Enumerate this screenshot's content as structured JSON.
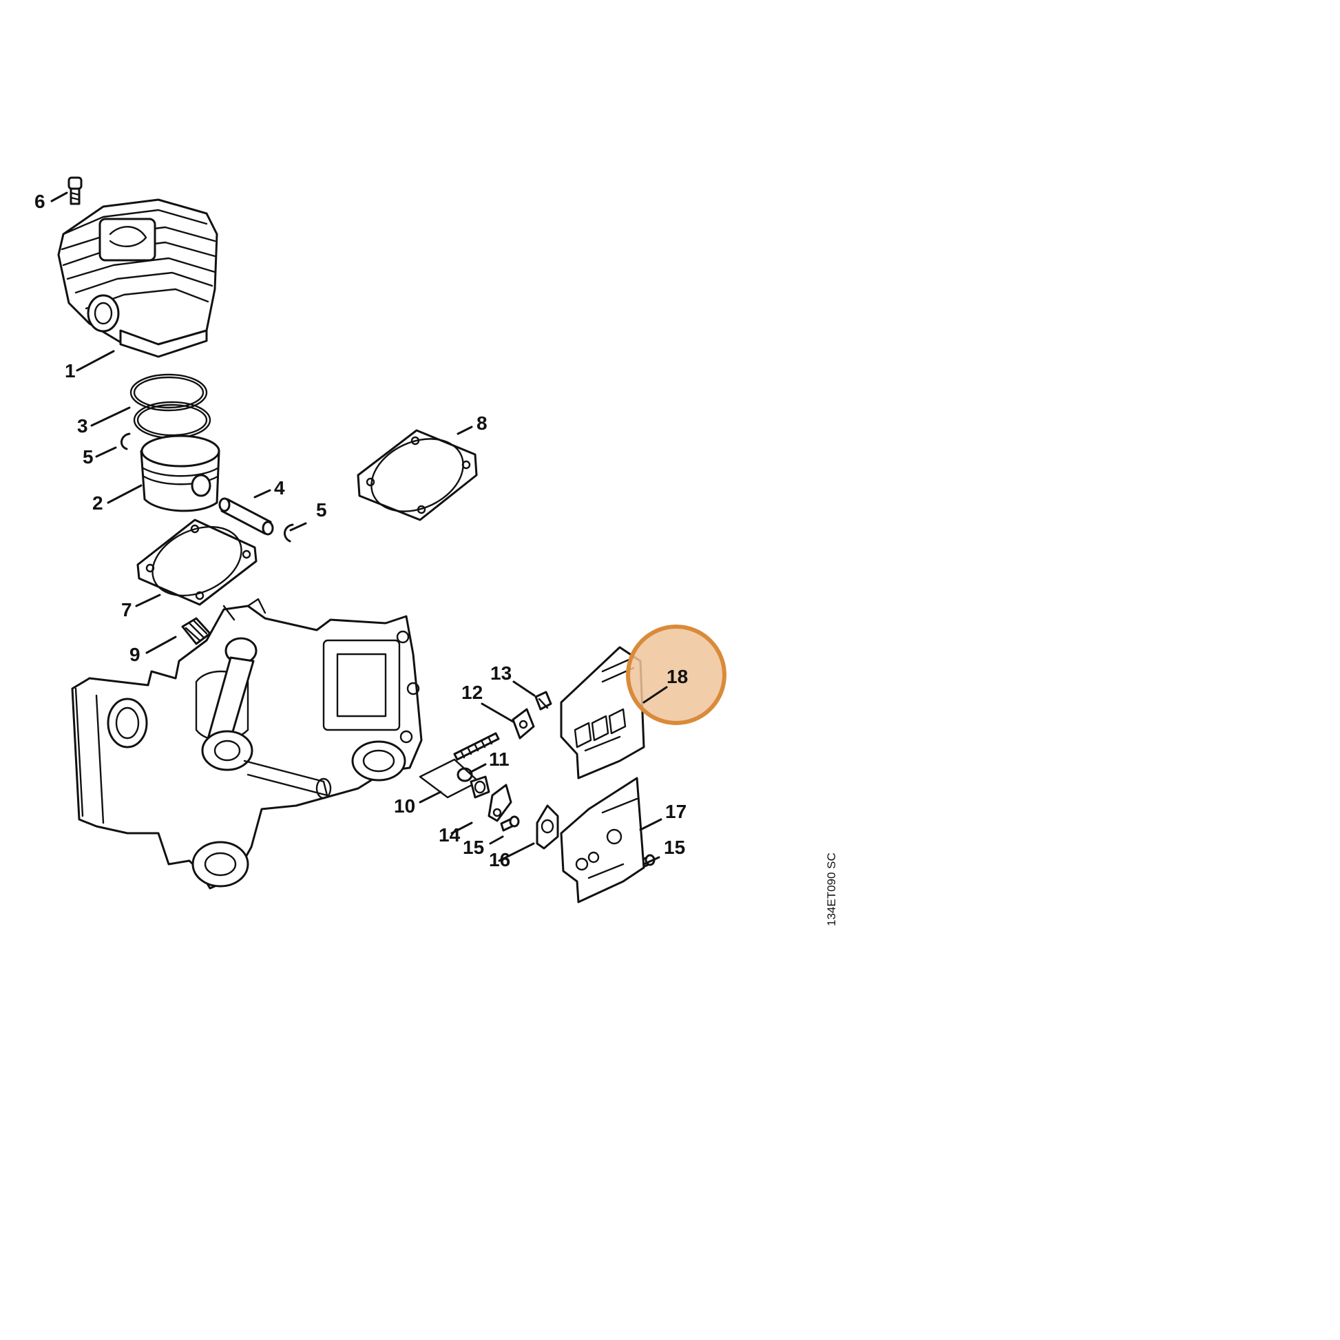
{
  "diagram": {
    "drawing_code": "134ET090 SC",
    "highlight_color": "#d98a3a",
    "highlight_fill": "#efc49a",
    "highlighted_part": "18",
    "callouts": {
      "c1": "1",
      "c2": "2",
      "c3": "3",
      "c4": "4",
      "c5a": "5",
      "c5b": "5",
      "c6": "6",
      "c7": "7",
      "c8": "8",
      "c9": "9",
      "c10": "10",
      "c11": "11",
      "c12": "12",
      "c13": "13",
      "c14": "14",
      "c15a": "15",
      "c15b": "15",
      "c16": "16",
      "c17": "17",
      "c18": "18"
    }
  }
}
